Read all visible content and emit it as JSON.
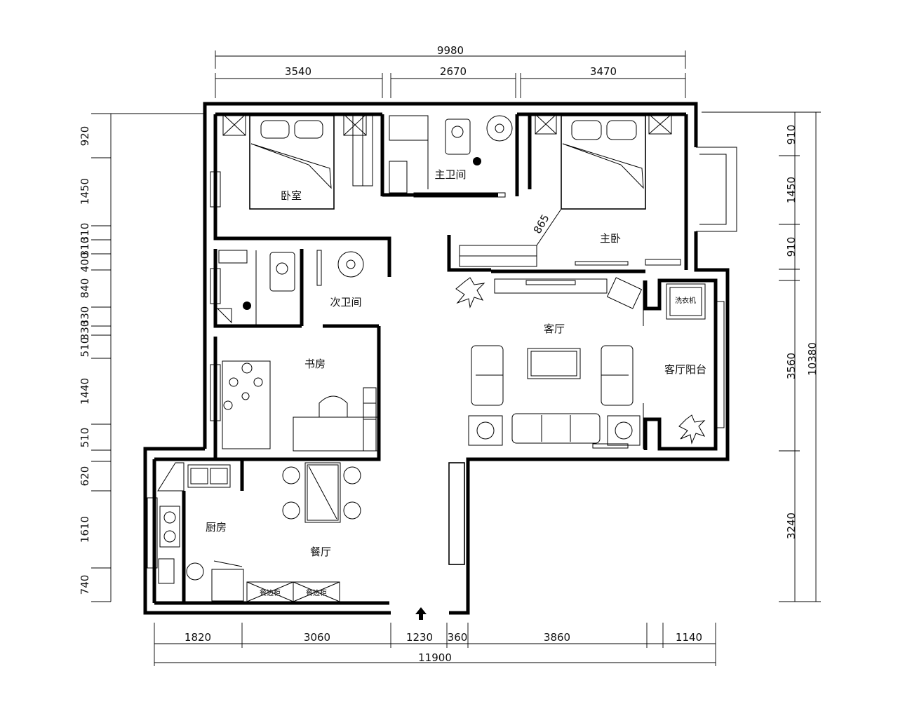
{
  "dimensions": {
    "top_total": "9980",
    "top": [
      "3540",
      "2670",
      "3470"
    ],
    "bottom_total": "11900",
    "bottom": [
      "1820",
      "3060",
      "1230",
      "360",
      "3860",
      "1140"
    ],
    "left": [
      "920",
      "1450",
      "310",
      "310",
      "400",
      "840",
      "330",
      "330",
      "510",
      "1440",
      "510",
      "620",
      "1610",
      "740"
    ],
    "right": [
      "910",
      "1450",
      "910",
      "3560",
      "3240"
    ],
    "right_total": "10380",
    "diagonal": "865"
  },
  "rooms": {
    "bedroom": "卧室",
    "master_bath": "主卫间",
    "master_bedroom": "主卧",
    "second_bath": "次卫间",
    "living_room": "客厅",
    "living_balcony": "客厅阳台",
    "study": "书房",
    "kitchen": "厨房",
    "dining": "餐厅"
  },
  "labels": {
    "washing_machine": "洗衣机",
    "sideboard_1": "餐边柜",
    "sideboard_2": "餐边柜"
  },
  "icons": {
    "entrance": "entrance-arrow-icon",
    "plant": "plant-icon",
    "toilet": "toilet-icon",
    "bed": "bed-icon"
  }
}
